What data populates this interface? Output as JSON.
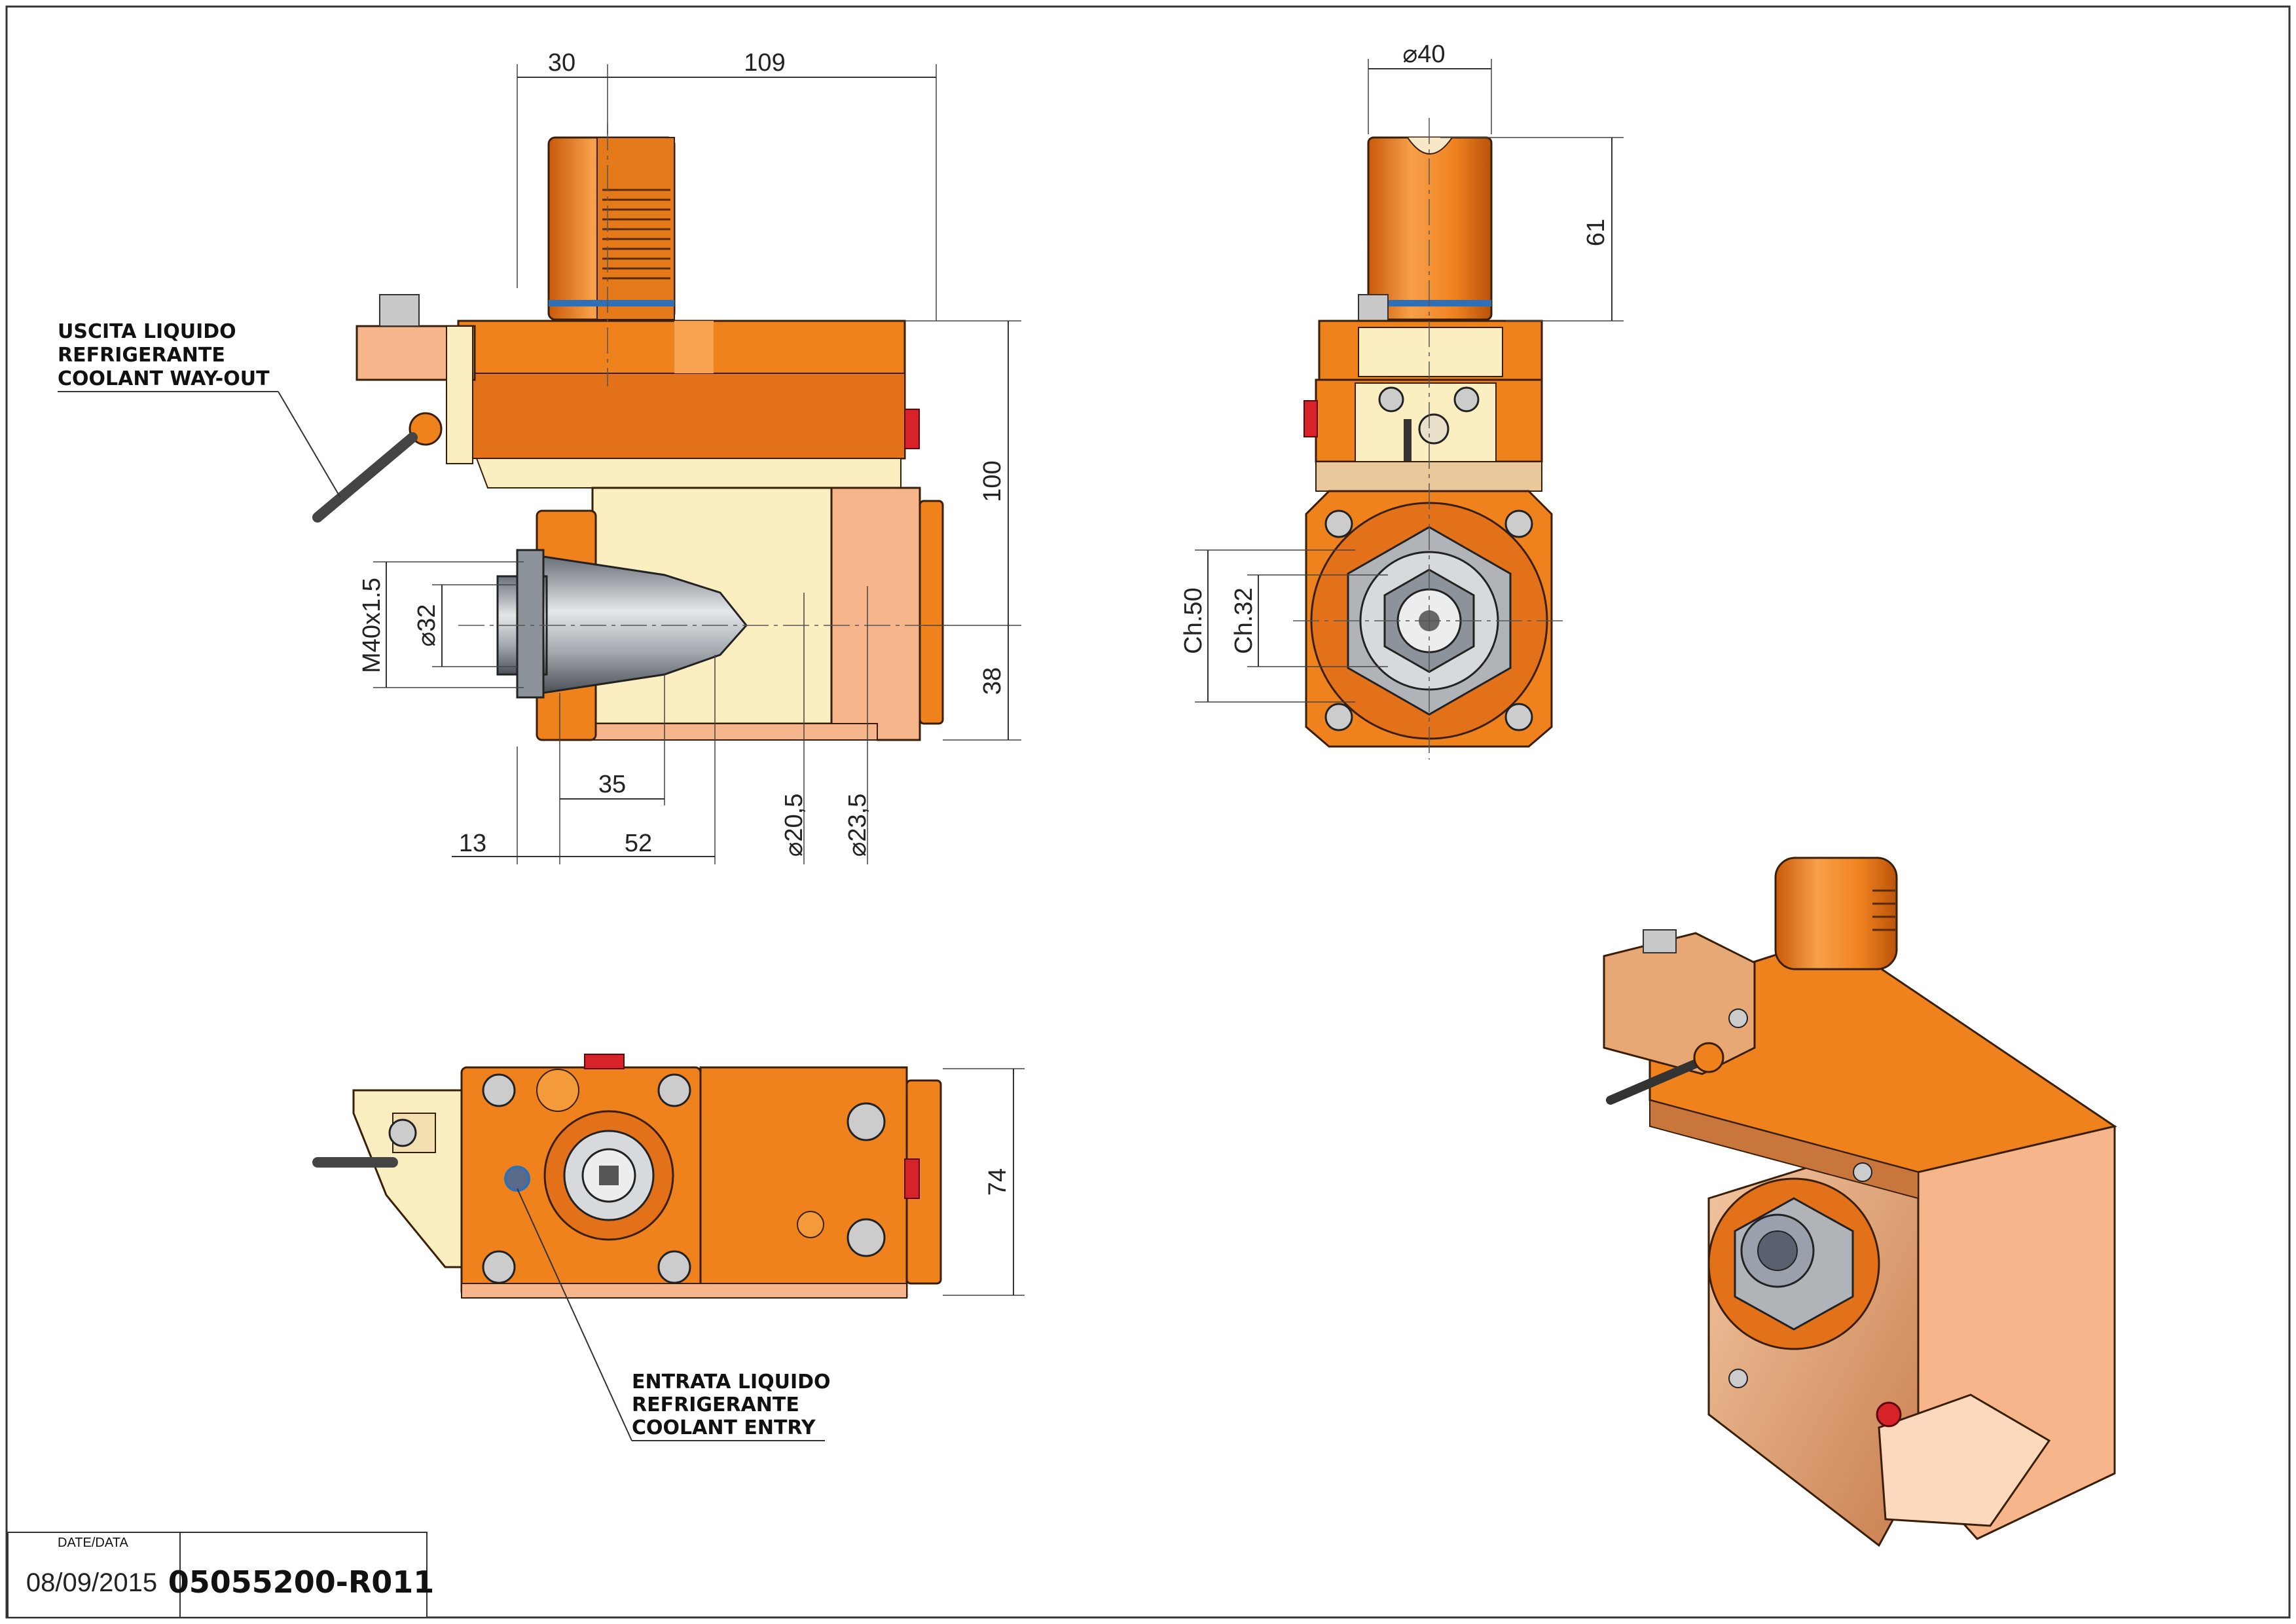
{
  "dimensions": {
    "side_view": {
      "width_left": "30",
      "width_total": "109",
      "height_total": "100",
      "height_axis": "38",
      "thread": "M40x1.5",
      "dia_nose": "⌀32",
      "len_35": "35",
      "len_13": "13",
      "len_52": "52",
      "dia_205": "⌀20,5",
      "dia_235": "⌀23,5"
    },
    "front_view": {
      "dia_shank": "⌀40",
      "shank_height": "61",
      "nut_ch50": "Ch.50",
      "nut_ch32": "Ch.32"
    },
    "top_view": {
      "width": "74"
    }
  },
  "notes": {
    "coolant_out": [
      "USCITA LIQUIDO",
      "REFRIGERANTE",
      "COOLANT WAY-OUT"
    ],
    "coolant_in": [
      "ENTRATA LIQUIDO",
      "REFRIGERANTE",
      "COOLANT ENTRY"
    ]
  },
  "title_block": {
    "date_label": "DATE/DATA",
    "date": "08/09/2015",
    "code": "05055200-R011"
  },
  "colors": {
    "orange": "#f0821e",
    "orange_dark": "#d9690f",
    "cream": "#fbeec0",
    "salmon": "#f6b58a",
    "copper": "#dc9668",
    "steel": "#9aa0a8"
  }
}
